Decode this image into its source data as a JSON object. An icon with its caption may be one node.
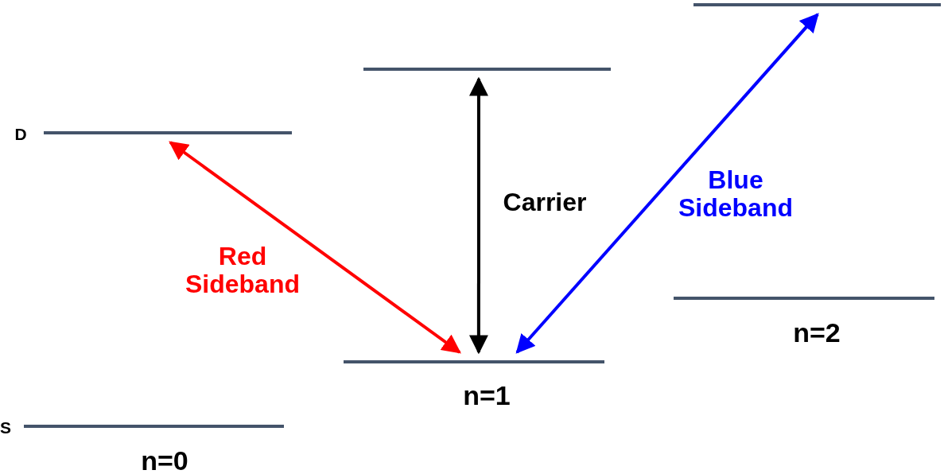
{
  "diagram": {
    "nodes": [
      {
        "text": [],
        "shape": "bar",
        "beside": [
          "D"
        ]
      },
      {
        "text": [],
        "shape": "bar",
        "beside": [
          "S",
          "n=0"
        ]
      },
      {
        "text": [],
        "shape": "bar"
      },
      {
        "text": [],
        "shape": "bar",
        "beside": [
          "n=1"
        ]
      },
      {
        "text": [],
        "shape": "bar"
      },
      {
        "text": [],
        "shape": "bar",
        "beside": [
          "n=2"
        ]
      }
    ],
    "edges": [
      {
        "from": 0,
        "to": 3,
        "arrow": "both",
        "label": "Red Sideband",
        "color": "#ff0000"
      },
      {
        "from": 2,
        "to": 3,
        "arrow": "both",
        "label": "Carrier",
        "color": "#000000"
      },
      {
        "from": 4,
        "to": 3,
        "arrow": "both",
        "label": "Blue Sideband",
        "color": "#0000ff"
      }
    ]
  }
}
